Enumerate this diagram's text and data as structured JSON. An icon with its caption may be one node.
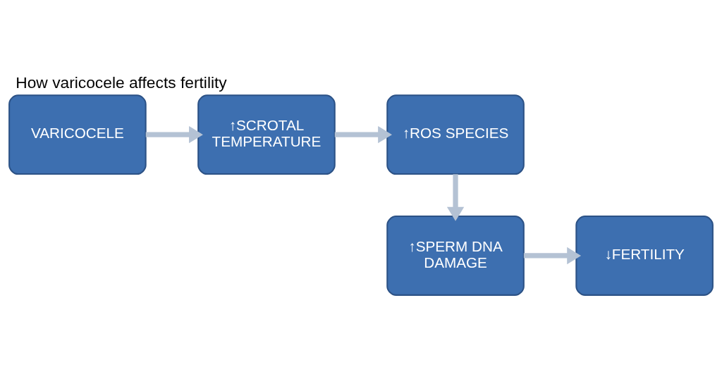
{
  "diagram": {
    "title": "How varicocele affects fertility",
    "nodes": [
      {
        "text": [
          "VARICOCELE"
        ]
      },
      {
        "text": [
          "↑SCROTAL TEMPERATURE"
        ]
      },
      {
        "text": [
          "↑ROS SPECIES"
        ]
      },
      {
        "text": [
          "↑SPERM DNA DAMAGE"
        ]
      },
      {
        "text": [
          "↓FERTILITY"
        ]
      }
    ],
    "edges": [
      {
        "from": 0,
        "to": 1,
        "arrow": "to"
      },
      {
        "from": 1,
        "to": 2,
        "arrow": "to"
      },
      {
        "from": 2,
        "to": 3,
        "arrow": "to"
      },
      {
        "from": 3,
        "to": 4,
        "arrow": "to"
      }
    ]
  }
}
